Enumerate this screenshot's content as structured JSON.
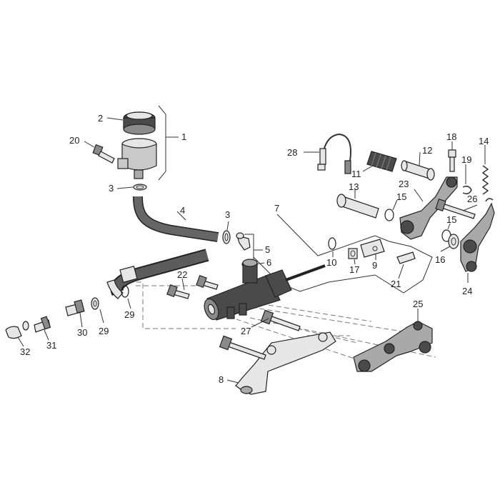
{
  "diagram": {
    "callouts": [
      "1",
      "2",
      "3",
      "4",
      "5",
      "6",
      "7",
      "8",
      "9",
      "10",
      "11",
      "12",
      "13",
      "14",
      "15",
      "16",
      "17",
      "18",
      "19",
      "20",
      "21",
      "22",
      "23",
      "24",
      "25",
      "26",
      "27",
      "28",
      "29",
      "30",
      "31",
      "32"
    ]
  }
}
